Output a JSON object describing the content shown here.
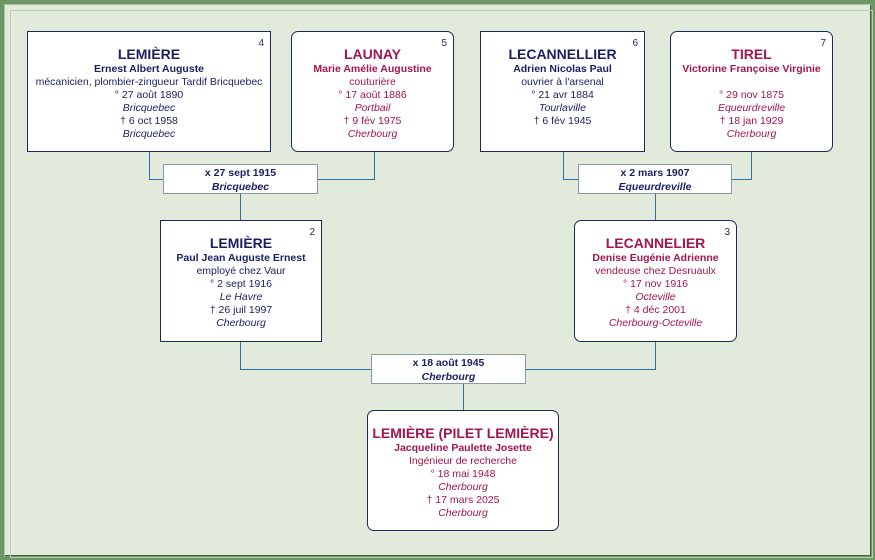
{
  "persons": [
    {
      "num": "4",
      "surname": "LEMIÈRE",
      "given": "Ernest Albert Auguste",
      "occupation": "mécanicien, plombier-zingueur Tardif Bricquebec",
      "birth": "° 27 août 1890",
      "birth_place": "Bricquebec",
      "death": "† 6 oct 1958",
      "death_place": "Bricquebec"
    },
    {
      "num": "5",
      "surname": "LAUNAY",
      "given": "Marie Amélie Augustine",
      "occupation": "couturière",
      "birth": "° 17 août 1886",
      "birth_place": "Portbail",
      "death": "† 9 fév 1975",
      "death_place": "Cherbourg"
    },
    {
      "num": "6",
      "surname": "LECANNELLIER",
      "given": "Adrien Nicolas Paul",
      "occupation": "ouvrier à l'arsenal",
      "birth": "° 21 avr 1884",
      "birth_place": "Tourlaville",
      "death": "† 6 fév 1945"
    },
    {
      "num": "7",
      "surname": "TIREL",
      "given": "Victorine Françoise Virginie",
      "birth": "° 29 nov 1875",
      "birth_place": "Equeurdreville",
      "death": "† 18 jan 1929",
      "death_place": "Cherbourg"
    },
    {
      "num": "2",
      "surname": "LEMIÈRE",
      "given": "Paul Jean Auguste Ernest",
      "occupation": "employé chez Vaur",
      "birth": "° 2 sept 1916",
      "birth_place": "Le Havre",
      "death": "† 26 juil 1997",
      "death_place": "Cherbourg"
    },
    {
      "num": "3",
      "surname": "LECANNELIER",
      "given": "Denise Eugénie Adrienne",
      "occupation": "vendeuse chez Desruaulx",
      "birth": "° 17 nov 1916",
      "birth_place": "Octeville",
      "death": "† 4 déc 2001",
      "death_place": "Cherbourg-Octeville"
    },
    {
      "surname": "LEMIÈRE (PILET LEMIÈRE)",
      "given": "Jacqueline Paulette Josette",
      "occupation": "Ingénieur de recherche",
      "birth": "° 18 mai 1948",
      "birth_place": "Cherbourg",
      "death": "† 17 mars 2025",
      "death_place": "Cherbourg"
    }
  ],
  "marriages": [
    {
      "date": "x 27 sept 1915",
      "place": "Bricquebec"
    },
    {
      "date": "x 2 mars 1907",
      "place": "Equeurdreville"
    },
    {
      "date": "x 18 août 1945",
      "place": "Cherbourg"
    }
  ],
  "colors": {
    "male": "#1a1f63",
    "female": "#a3154d",
    "background": "#e1eadb",
    "border": "#6f9667",
    "lines": "#2f6fa8"
  }
}
